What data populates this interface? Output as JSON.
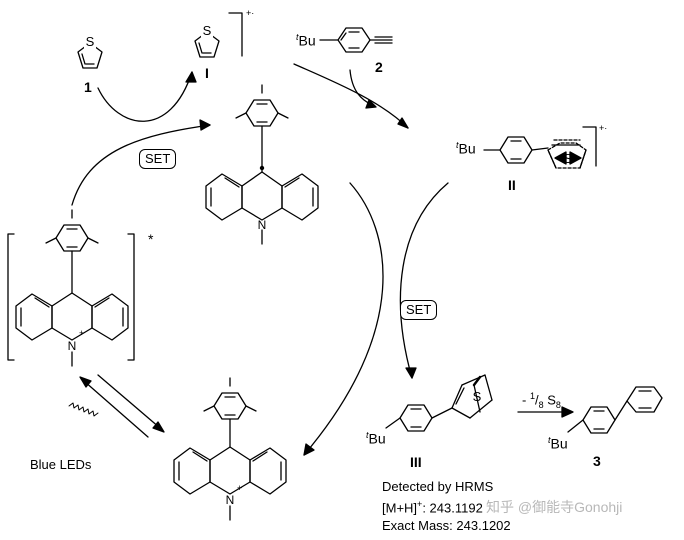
{
  "compounds": {
    "thiophene_number": "1",
    "radical_cation_label": "I",
    "alkyne_number": "2",
    "intermediate_II": "II",
    "intermediate_III": "III",
    "product_number": "3"
  },
  "atoms": {
    "sulfur": "S",
    "nitrogen": "N",
    "tbu_prefix": "t",
    "tbu_suffix": "Bu"
  },
  "charges": {
    "radical_cation": "+·",
    "cation": "+",
    "excited": "*"
  },
  "steps": {
    "set_1": "SET",
    "set_2": "SET",
    "extrusion_prefix": "- ",
    "extrusion_num": "1",
    "extrusion_den": "8",
    "extrusion_species": "S",
    "extrusion_sub": "8",
    "blue_leds": "Blue LEDs"
  },
  "hrms": {
    "detected": "Detected by HRMS",
    "mh_label": "[M+H]",
    "mh_sup": "+",
    "mh_value": ": 243.1192",
    "exact_mass": "Exact Mass: 243.1202"
  },
  "watermark": "知乎 @御能寺Gonohji"
}
